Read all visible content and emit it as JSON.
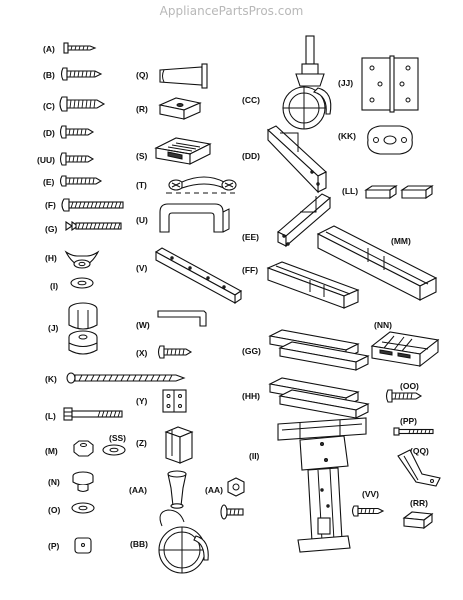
{
  "watermark": "AppliancePartsPros.com",
  "colors": {
    "line": "#111111",
    "background": "#ffffff",
    "watermark": "#b8b8b8"
  },
  "parts": [
    {
      "label": "(A)"
    },
    {
      "label": "(B)"
    },
    {
      "label": "(C)"
    },
    {
      "label": "(D)"
    },
    {
      "label": "(UU)"
    },
    {
      "label": "(E)"
    },
    {
      "label": "(F)"
    },
    {
      "label": "(G)"
    },
    {
      "label": "(H)"
    },
    {
      "label": "(I)"
    },
    {
      "label": "(J)"
    },
    {
      "label": "(K)"
    },
    {
      "label": "(L)"
    },
    {
      "label": "(M)"
    },
    {
      "label": "(SS)"
    },
    {
      "label": "(N)"
    },
    {
      "label": "(O)"
    },
    {
      "label": "(P)"
    },
    {
      "label": "(Q)"
    },
    {
      "label": "(R)"
    },
    {
      "label": "(S)"
    },
    {
      "label": "(T)"
    },
    {
      "label": "(U)"
    },
    {
      "label": "(V)"
    },
    {
      "label": "(W)"
    },
    {
      "label": "(X)"
    },
    {
      "label": "(Y)"
    },
    {
      "label": "(Z)"
    },
    {
      "label": "(AA)"
    },
    {
      "label": "(AA)"
    },
    {
      "label": "(BB)"
    },
    {
      "label": "(CC)"
    },
    {
      "label": "(DD)"
    },
    {
      "label": "(EE)"
    },
    {
      "label": "(FF)"
    },
    {
      "label": "(GG)"
    },
    {
      "label": "(HH)"
    },
    {
      "label": "(II)"
    },
    {
      "label": "(JJ)"
    },
    {
      "label": "(KK)"
    },
    {
      "label": "(LL)"
    },
    {
      "label": "(MM)"
    },
    {
      "label": "(NN)"
    },
    {
      "label": "(OO)"
    },
    {
      "label": "(PP)"
    },
    {
      "label": "(QQ)"
    },
    {
      "label": "(RR)"
    },
    {
      "label": "(VV)"
    }
  ]
}
